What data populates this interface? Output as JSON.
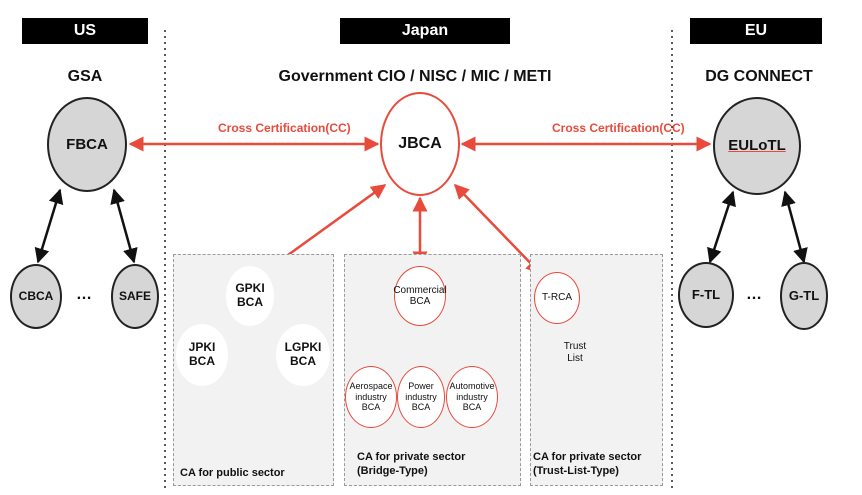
{
  "headers": {
    "us": "US",
    "japan": "Japan",
    "eu": "EU"
  },
  "orgs": {
    "us": "GSA",
    "japan": "Government CIO / NISC / MIC / METI",
    "eu": "DG CONNECT"
  },
  "cross_cert": {
    "left": "Cross Certification(CC)",
    "right": "Cross Certification(CC)"
  },
  "nodes": {
    "fbca": "FBCA",
    "jbca": "JBCA",
    "euiotl": "EULoTL",
    "cbca": "CBCA",
    "safe": "SAFE",
    "ftl": "F-TL",
    "gtl": "G-TL",
    "gpki": "GPKI\nBCA",
    "jpki": "JPKI\nBCA",
    "lgpki": "LGPKI\nBCA",
    "commercial": "Commercial\nBCA",
    "aerospace": "Aerospace\nindustry\nBCA",
    "power": "Power\nindustry\nBCA",
    "automotive": "Automotive\nindustry\nBCA",
    "trca": "T-RCA",
    "trust_list": "Trust\nList"
  },
  "ellipsis": {
    "us": "…",
    "eu": "…"
  },
  "boxes": {
    "public": "CA for public sector",
    "bridge": "CA for private sector\n(Bridge-Type)",
    "trustlist": "CA for private sector\n(Trust-List-Type)"
  },
  "colors": {
    "accent_red": "#e84b3c",
    "node_grey": "#d6d6d6",
    "header_black": "#000000",
    "box_bg": "#f2f2f2"
  }
}
